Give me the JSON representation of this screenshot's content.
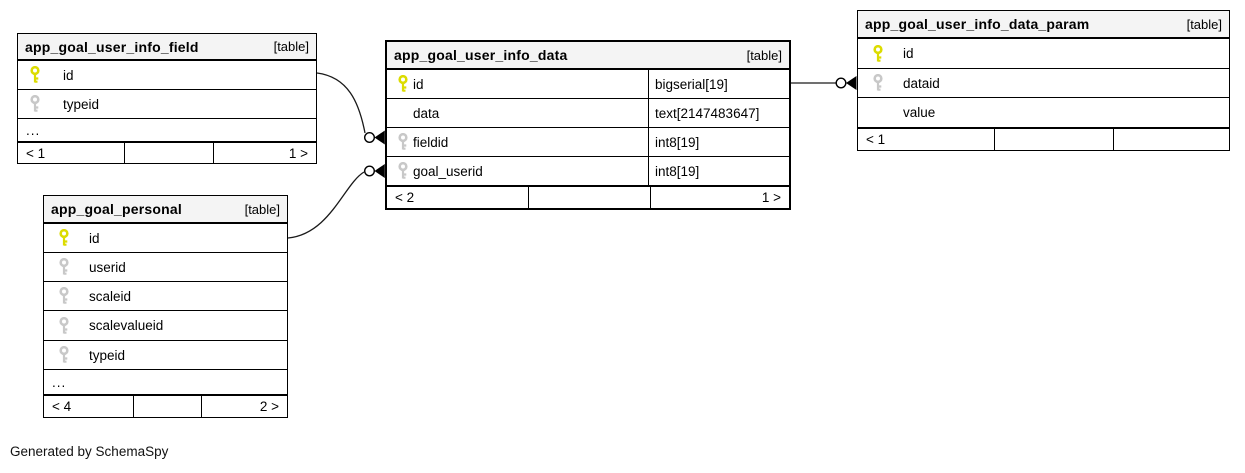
{
  "caption": "Generated by SchemaSpy",
  "colors": {
    "pk_key": "#dcdc00",
    "fk_key": "#c8c8c8",
    "header_bg": "#f4f4f4",
    "border": "#000000",
    "background": "#ffffff"
  },
  "tables": [
    {
      "name": "app_goal_user_info_field",
      "tag": "[table]",
      "columns": [
        {
          "name": "id",
          "key": "pk"
        },
        {
          "name": "typeid",
          "key": "fk"
        }
      ],
      "ellipsis": "...",
      "footer": {
        "left": "< 1",
        "middle": "",
        "right": "1 >"
      }
    },
    {
      "name": "app_goal_user_info_data",
      "tag": "[table]",
      "columns": [
        {
          "name": "id",
          "type": "bigserial[19]",
          "key": "pk"
        },
        {
          "name": "data",
          "type": "text[2147483647]",
          "key": "none"
        },
        {
          "name": "fieldid",
          "type": "int8[19]",
          "key": "fk"
        },
        {
          "name": "goal_userid",
          "type": "int8[19]",
          "key": "fk"
        }
      ],
      "footer": {
        "left": "< 2",
        "middle": "",
        "right": "1 >"
      }
    },
    {
      "name": "app_goal_user_info_data_param",
      "tag": "[table]",
      "columns": [
        {
          "name": "id",
          "key": "pk"
        },
        {
          "name": "dataid",
          "key": "fk"
        },
        {
          "name": "value",
          "key": "none"
        }
      ],
      "footer": {
        "left": "< 1",
        "middle": "",
        "right": ""
      }
    },
    {
      "name": "app_goal_personal",
      "tag": "[table]",
      "columns": [
        {
          "name": "id",
          "key": "pk"
        },
        {
          "name": "userid",
          "key": "fk"
        },
        {
          "name": "scaleid",
          "key": "fk"
        },
        {
          "name": "scalevalueid",
          "key": "fk"
        },
        {
          "name": "typeid",
          "key": "fk"
        }
      ],
      "ellipsis": "...",
      "footer": {
        "left": "< 4",
        "middle": "",
        "right": "2 >"
      }
    }
  ],
  "relationships": [
    {
      "from": "app_goal_user_info_field.id",
      "to": "app_goal_user_info_data.fieldid"
    },
    {
      "from": "app_goal_personal.id",
      "to": "app_goal_user_info_data.goal_userid"
    },
    {
      "from": "app_goal_user_info_data.id",
      "to": "app_goal_user_info_data_param.dataid"
    }
  ]
}
